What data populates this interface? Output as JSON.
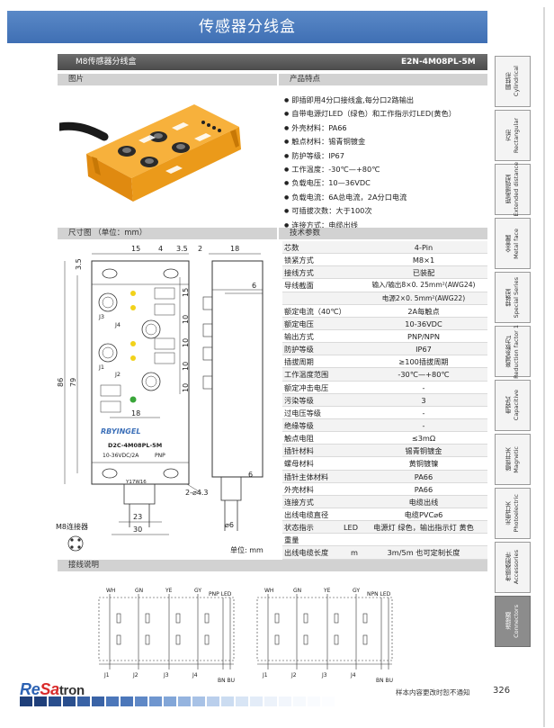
{
  "header": {
    "title": "传感器分线盒"
  },
  "titlebar": {
    "name": "M8传感器分线盒",
    "model": "E2N-4M08PL-5M"
  },
  "sections": {
    "picture": "图片",
    "features": "产品特点",
    "dimensions": "尺寸图  （单位：mm）",
    "specs": "技术参数",
    "wiring": "接线说明"
  },
  "features": [
    "即插即用4分口接线盒,每分口2路输出",
    "自带电源灯LED（绿色）和工作指示灯LED(黄色）",
    "外壳材料：PA66",
    "触点材料：锡青铜镀金",
    "防护等级：IP67",
    "工作温度：-30℃—+80℃",
    "负载电压：10—36VDC",
    "负载电流：6A总电流，2A分口电流",
    "可插拔次数：大于100次",
    "连接方式：电缆出线"
  ],
  "specs": [
    {
      "k": "芯数",
      "v": "4-Pin"
    },
    {
      "k": "锁紧方式",
      "v": "M8×1"
    },
    {
      "k": "接线方式",
      "v": "已装配"
    },
    {
      "k": "导线截面",
      "v": "输入/输出8×0. 25mm²(AWG24)"
    },
    {
      "k": "",
      "v": "电源2×0. 5mm²(AWG22)"
    },
    {
      "k": "额定电流（40℃）",
      "v": "2A每触点"
    },
    {
      "k": "额定电压",
      "v": "10-36VDC"
    },
    {
      "k": "输出方式",
      "v": "PNP/NPN"
    },
    {
      "k": "防护等级",
      "v": "IP67"
    },
    {
      "k": "插拔周期",
      "v": "≥100插拔周期"
    },
    {
      "k": "工作温度范围",
      "v": "-30℃—+80℃"
    },
    {
      "k": "额定冲击电压",
      "v": "-"
    },
    {
      "k": "污染等级",
      "v": "3"
    },
    {
      "k": "过电压等级",
      "v": "-"
    },
    {
      "k": "绝缘等级",
      "v": "-"
    },
    {
      "k": "触点电阻",
      "v": "≤3mΩ"
    },
    {
      "k": "插针材料",
      "v": "锡青铜镀金"
    },
    {
      "k": "螺母材料",
      "v": "黄铜镀镍"
    },
    {
      "k": "插针主体材料",
      "v": "PA66"
    },
    {
      "k": "外壳材料",
      "v": "PA66"
    },
    {
      "k": "连接方式",
      "v": "电缆出线"
    },
    {
      "k": "出线电缆直径",
      "v": "电缆PVC⌀6"
    },
    {
      "k": "状态指示",
      "k2": "LED",
      "v": "电源灯 绿色，输出指示灯 黄色"
    },
    {
      "k": "重量",
      "v": ""
    },
    {
      "k": "出线电缆长度",
      "k2": "m",
      "v": "3m/5m 也可定制长度"
    }
  ],
  "drawing": {
    "dims_top": [
      "15",
      "4",
      "3.5",
      "2",
      "18"
    ],
    "dim_left_top": "3.5",
    "dim_outer": "86",
    "dim_inner": "79",
    "dims_right": [
      "15",
      "10",
      "10",
      "10",
      "10"
    ],
    "dim_side": "6",
    "dim_18": "18",
    "dim_side_bottom": "6",
    "dim_23": "23",
    "dim_30": "30",
    "dim_cable": "⌀6",
    "hole": "2-⌀4.3",
    "ports": [
      "J3",
      "J4",
      "J1",
      "J2"
    ],
    "brand": "RBYINGEL",
    "model": "D2C-4M08PL-5M",
    "rating": "10-36VDC/2A",
    "rating_type": "PNP",
    "code": "Y17W16",
    "connector_label": "M8连接器",
    "unit": "单位: mm"
  },
  "wiring": {
    "pnp": {
      "wires": [
        "WH",
        "GN",
        "YE",
        "GY"
      ],
      "led": "PNP LED",
      "jacks": [
        "J1",
        "J2",
        "J3",
        "J4"
      ],
      "power": "BN BU"
    },
    "npn": {
      "wires": [
        "WH",
        "GN",
        "YE",
        "GY"
      ],
      "led": "NPN LED",
      "jacks": [
        "J1",
        "J2",
        "J3",
        "J4"
      ],
      "power": "BN BU"
    }
  },
  "sidebar": [
    {
      "zh": "圆柱形",
      "en": "Cylindrical"
    },
    {
      "zh": "方形",
      "en": "Rectangular"
    },
    {
      "zh": "距离增强型",
      "en": "Extended distance"
    },
    {
      "zh": "全金属",
      "en": "Metal face"
    },
    {
      "zh": "特殊型",
      "en": "Special Series"
    },
    {
      "zh": "衰减系数为1",
      "en": "Reduction factor 1"
    },
    {
      "zh": "电容式",
      "en": "Capacitive"
    },
    {
      "zh": "磁性开关",
      "en": "Magnetic"
    },
    {
      "zh": "光电开关",
      "en": "Photoelectric"
    },
    {
      "zh": "传感器附件",
      "en": "Accessories"
    },
    {
      "zh": "连接器",
      "en": "Connectors"
    }
  ],
  "footer": {
    "brand_a": "Re",
    "brand_b": "Sa",
    "brand_c": "tron",
    "disclaimer": "样本内容更改时恕不通知",
    "page": "326"
  },
  "colors": {
    "header": "#4a7bc0",
    "accent": "#2c62b3",
    "brand_red": "#d92a2a",
    "body_orange": "#f0a020"
  }
}
